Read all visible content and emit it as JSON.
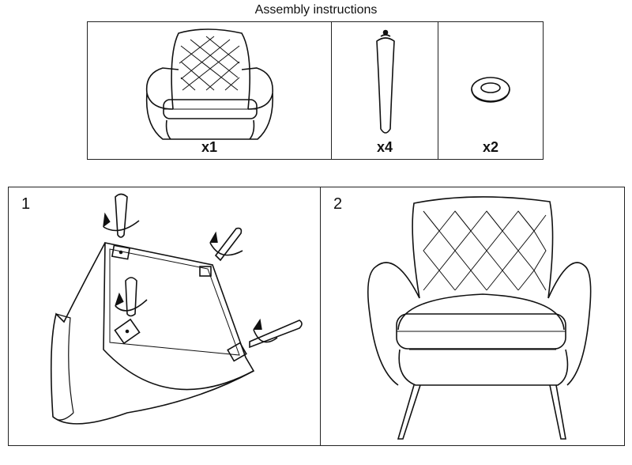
{
  "header": {
    "title": "Assembly instructions"
  },
  "parts": [
    {
      "name": "armchair",
      "quantity": "x1",
      "icon": "armchair-icon"
    },
    {
      "name": "leg",
      "quantity": "x4",
      "icon": "chair-leg-icon"
    },
    {
      "name": "washer",
      "quantity": "x2",
      "icon": "washer-icon"
    }
  ],
  "steps": [
    {
      "number": "1"
    },
    {
      "number": "2"
    }
  ]
}
